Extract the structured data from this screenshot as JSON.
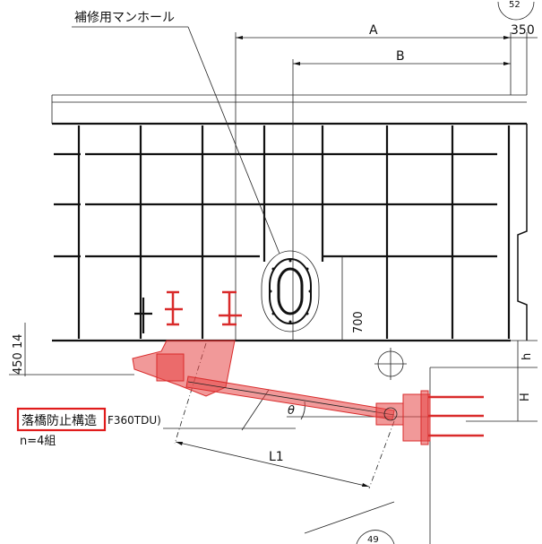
{
  "labels": {
    "manhole": "補修用マンホール",
    "dim_a": "A",
    "dim_b": "B",
    "dim_350": "350",
    "dim_700": "700",
    "dim_450_14": "450 14",
    "dim_h": "h",
    "dim_H": "H",
    "theta": "θ",
    "dim_l1": "L1",
    "device_name": "落橋防止構造",
    "device_code": "F360TDU)",
    "device_count": "n=4組",
    "ref_top": "52",
    "ref_bottom": "49"
  },
  "colors": {
    "device_fill": "#e64646",
    "device_stroke": "#d92b2b",
    "highlight_box": "#e01b1b",
    "line": "#111111"
  }
}
